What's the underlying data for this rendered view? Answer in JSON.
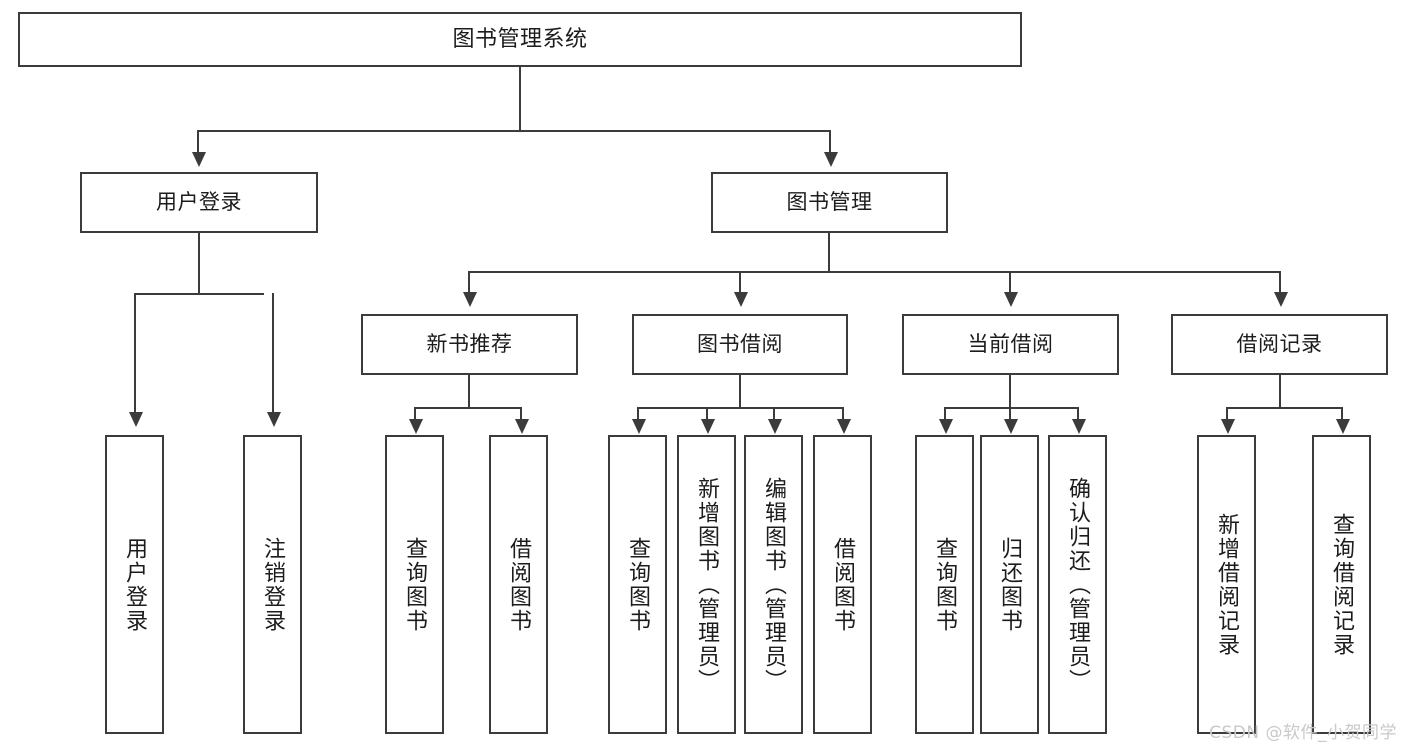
{
  "diagram": {
    "type": "tree",
    "title": "图书管理系统",
    "watermark": "CSDN @软件_小贺同学",
    "colors": {
      "background": "#ffffff",
      "border": "#3b3b3b",
      "text": "#1c1c1c",
      "watermark": "#c9c9c9"
    },
    "levels": {
      "root": "图书管理系统",
      "level2": [
        "用户登录",
        "图书管理"
      ],
      "level3": [
        "新书推荐",
        "图书借阅",
        "当前借阅",
        "借阅记录"
      ]
    },
    "nodes": {
      "root": {
        "label": "图书管理系统"
      },
      "user_login": {
        "label": "用户登录"
      },
      "book_manage": {
        "label": "图书管理"
      },
      "new_book_rec": {
        "label": "新书推荐"
      },
      "book_borrow": {
        "label": "图书借阅"
      },
      "current_borrow": {
        "label": "当前借阅"
      },
      "borrow_record": {
        "label": "借阅记录"
      }
    },
    "leaves": {
      "user_login": [
        {
          "label": "用户登录"
        },
        {
          "label": "注销登录"
        }
      ],
      "new_book_rec": [
        {
          "label": "查询图书"
        },
        {
          "label": "借阅图书"
        }
      ],
      "book_borrow": [
        {
          "label": "查询图书"
        },
        {
          "label": "新增图书（管理员）"
        },
        {
          "label": "编辑图书（管理员）"
        },
        {
          "label": "借阅图书"
        }
      ],
      "current_borrow": [
        {
          "label": "查询图书"
        },
        {
          "label": "归还图书"
        },
        {
          "label": "确认归还（管理员）"
        }
      ],
      "borrow_record": [
        {
          "label": "新增借阅记录"
        },
        {
          "label": "查询借阅记录"
        }
      ]
    }
  }
}
